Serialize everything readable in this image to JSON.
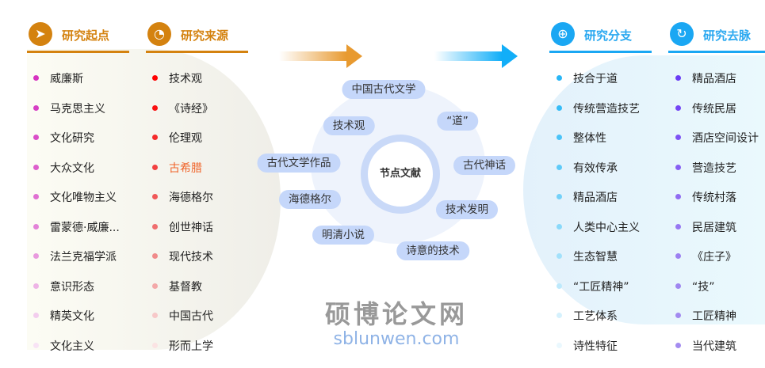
{
  "columns": [
    {
      "title": "研究起点",
      "icon": "send-icon",
      "color": "#d4820f",
      "items": [
        "威廉斯",
        "马克思主义",
        "文化研究",
        "大众文化",
        "文化唯物主义",
        "雷蒙德·威廉...",
        "法兰克福学派",
        "意识形态",
        "精英文化",
        "文化主义"
      ],
      "dot_colors": [
        "#d633c0",
        "#d63fc4",
        "#da4ec8",
        "#dd5fcc",
        "#e070d2",
        "#e383d8",
        "#e99ade",
        "#eeb4e6",
        "#f3cdee",
        "#f8e3f5"
      ]
    },
    {
      "title": "研究来源",
      "icon": "pie-chart-icon",
      "color": "#d4820f",
      "items": [
        "技术观",
        "《诗经》",
        "伦理观",
        "古希腊",
        "海德格尔",
        "创世神话",
        "现代技术",
        "基督教",
        "中国古代",
        "形而上学"
      ],
      "highlight_index": 3,
      "highlight_color": "#f0642a",
      "dot_colors": [
        "#ff0000",
        "#fa1010",
        "#f52a2a",
        "#f24040",
        "#f05858",
        "#ef6e6e",
        "#f08a8a",
        "#f3a8a8",
        "#f7c8c8",
        "#fbe3e3"
      ]
    },
    {
      "title": "研究分支",
      "icon": "plus-circle-icon",
      "color": "#1aa7f3",
      "items": [
        "技合于道",
        "传统营造技艺",
        "整体性",
        "有效传承",
        "精品酒店",
        "人类中心主义",
        "生态智慧",
        "“工匠精神”",
        "工艺体系",
        "诗性特征"
      ],
      "dot_colors": [
        "#29b6f6",
        "#36bcf7",
        "#4ac3f8",
        "#5ecaf8",
        "#73d1f9",
        "#89d9fa",
        "#a2e1fb",
        "#bde9fc",
        "#d5f1fd",
        "#eaf8fe"
      ]
    },
    {
      "title": "研究去脉",
      "icon": "refresh-circle-icon",
      "color": "#1aa7f3",
      "items": [
        "精品酒店",
        "传统民居",
        "酒店空间设计",
        "营造技艺",
        "传统村落",
        "民居建筑",
        "《庄子》",
        "“技”",
        "工匠精神",
        "当代建筑"
      ],
      "dot_colors": [
        "#6a3cf5",
        "#7446f5",
        "#7e52f4",
        "#875ff3",
        "#906cf2",
        "#9777f2",
        "#9c80f1",
        "#9f86f0",
        "#a28af0",
        "#a48cf0"
      ]
    }
  ],
  "center": {
    "title": "节点文献",
    "nodes": [
      "中国古代文学",
      "“道”",
      "技术观",
      "古代文学作品",
      "古代神话",
      "海德格尔",
      "技术发明",
      "明清小说",
      "诗意的技术"
    ]
  },
  "watermark": {
    "cn": "硕博论文网",
    "url": "sblunwen.com"
  }
}
